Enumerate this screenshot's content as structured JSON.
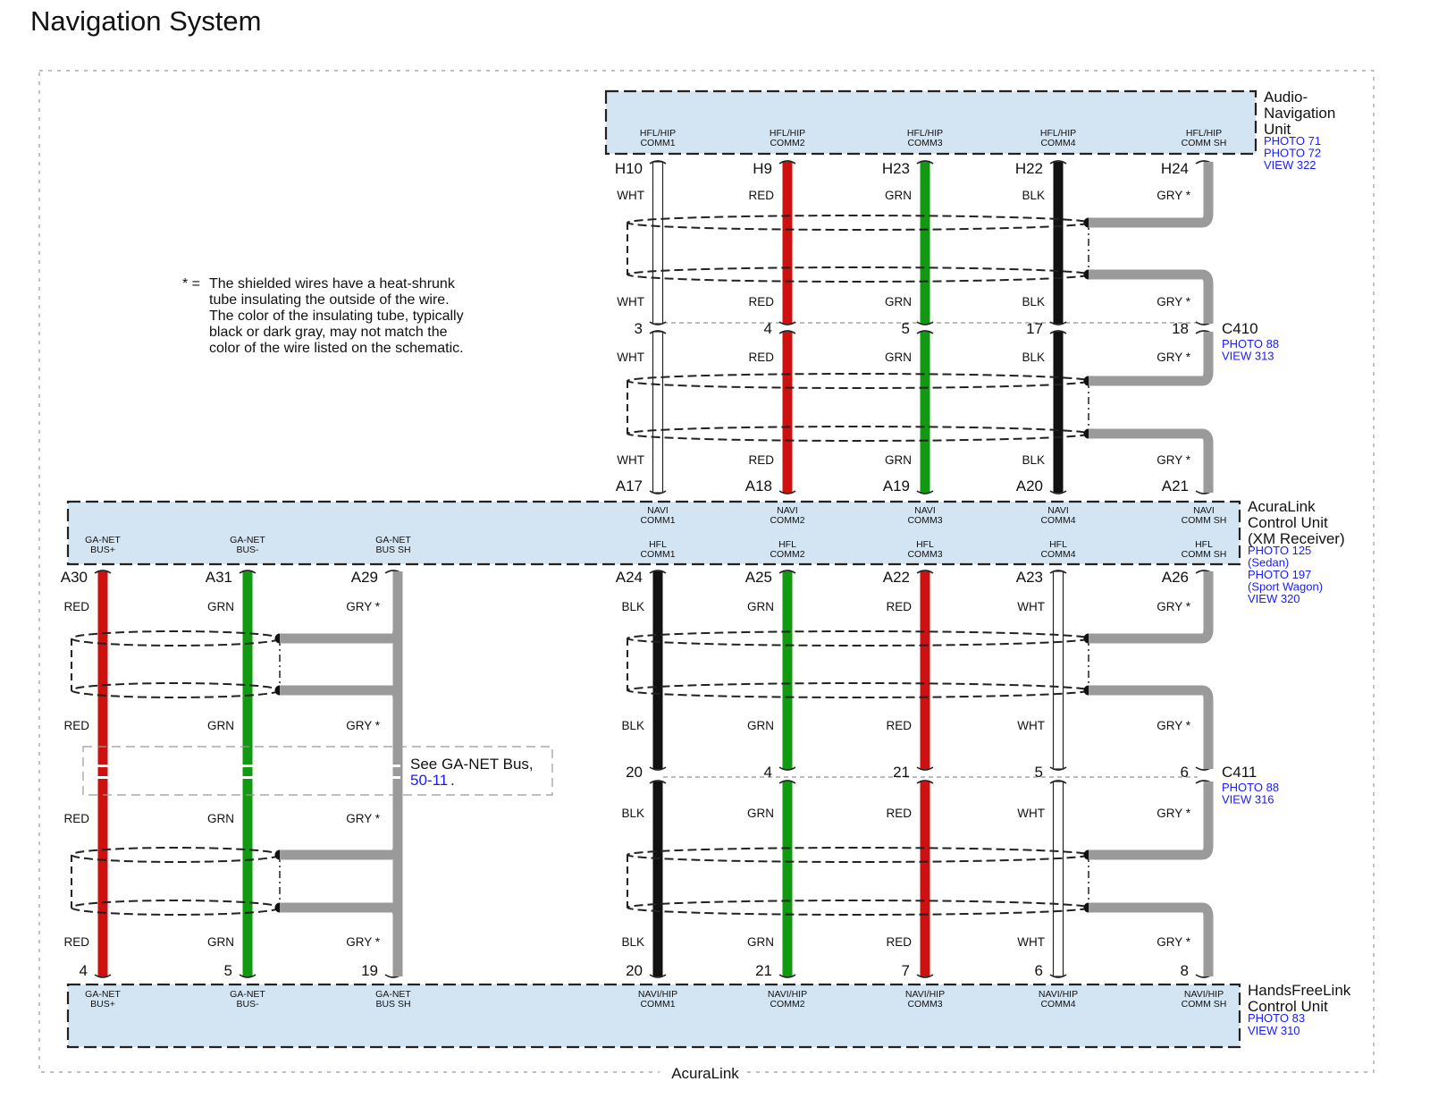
{
  "title": "Navigation System",
  "frame_label": "AcuraLink",
  "note": {
    "marker": "* =",
    "lines": [
      "The shielded wires have a heat-shrunk",
      "tube insulating the outside of the wire.",
      "The color of the insulating tube, typically",
      "black or dark gray, may not match the",
      "color of the wire listed on the schematic."
    ]
  },
  "colors": {
    "WHT": "#ffffff",
    "RED": "#cc1111",
    "GRN": "#129912",
    "BLK": "#111111",
    "GRY": "#9a9a9a",
    "component_fill": "#d3e4f3",
    "link": "#1a1aff"
  },
  "components": {
    "audio_nav": {
      "labels": [
        "Audio-",
        "Navigation",
        "Unit"
      ],
      "refs": [
        "PHOTO 71",
        "PHOTO 72",
        "VIEW 322"
      ],
      "pins": [
        [
          "HFL/HIP",
          "COMM1"
        ],
        [
          "HFL/HIP",
          "COMM2"
        ],
        [
          "HFL/HIP",
          "COMM3"
        ],
        [
          "HFL/HIP",
          "COMM4"
        ],
        [
          "HFL/HIP",
          "COMM SH"
        ]
      ]
    },
    "acuralink": {
      "labels": [
        "AcuraLink",
        "Control Unit",
        "(XM Receiver)"
      ],
      "refs": [
        "PHOTO 125",
        "(Sedan)",
        "PHOTO 197",
        "(Sport Wagon)",
        "VIEW 320"
      ],
      "pins_top": [
        [
          "NAVI",
          "COMM1"
        ],
        [
          "NAVI",
          "COMM2"
        ],
        [
          "NAVI",
          "COMM3"
        ],
        [
          "NAVI",
          "COMM4"
        ],
        [
          "NAVI",
          "COMM SH"
        ]
      ],
      "pins_bottom_right": [
        [
          "HFL",
          "COMM1"
        ],
        [
          "HFL",
          "COMM2"
        ],
        [
          "HFL",
          "COMM3"
        ],
        [
          "HFL",
          "COMM4"
        ],
        [
          "HFL",
          "COMM SH"
        ]
      ],
      "pins_bottom_left": [
        [
          "GA-NET",
          "BUS+"
        ],
        [
          "GA-NET",
          "BUS-"
        ],
        [
          "GA-NET",
          "BUS SH"
        ]
      ]
    },
    "handsfree": {
      "labels": [
        "HandsFreeLink",
        "Control Unit"
      ],
      "refs": [
        "PHOTO 83",
        "VIEW 310"
      ],
      "pins_left": [
        [
          "GA-NET",
          "BUS+"
        ],
        [
          "GA-NET",
          "BUS-"
        ],
        [
          "GA-NET",
          "BUS SH"
        ]
      ],
      "pins_right": [
        [
          "NAVI/HIP",
          "COMM1"
        ],
        [
          "NAVI/HIP",
          "COMM2"
        ],
        [
          "NAVI/HIP",
          "COMM3"
        ],
        [
          "NAVI/HIP",
          "COMM4"
        ],
        [
          "NAVI/HIP",
          "COMM SH"
        ]
      ]
    }
  },
  "connectors": {
    "c410": {
      "name": "C410",
      "refs": [
        "PHOTO 88",
        "VIEW 313"
      ]
    },
    "c411": {
      "name": "C411",
      "refs": [
        "PHOTO 88",
        "VIEW 316"
      ]
    }
  },
  "upper_wires": [
    {
      "color": "WHT",
      "label": "WHT",
      "top_pin": "H10",
      "c410_pin": "3",
      "bottom_pin": "A17"
    },
    {
      "color": "RED",
      "label": "RED",
      "top_pin": "H9",
      "c410_pin": "4",
      "bottom_pin": "A18"
    },
    {
      "color": "GRN",
      "label": "GRN",
      "top_pin": "H23",
      "c410_pin": "5",
      "bottom_pin": "A19"
    },
    {
      "color": "BLK",
      "label": "BLK",
      "top_pin": "H22",
      "c410_pin": "17",
      "bottom_pin": "A20"
    },
    {
      "color": "GRY",
      "label": "GRY *",
      "top_pin": "H24",
      "c410_pin": "18",
      "bottom_pin": "A21"
    }
  ],
  "lower_right_wires": [
    {
      "color": "BLK",
      "label": "BLK",
      "top_pin": "A24",
      "c411_pin": "20",
      "bottom_pin": "20"
    },
    {
      "color": "GRN",
      "label": "GRN",
      "top_pin": "A25",
      "c411_pin": "4",
      "bottom_pin": "21"
    },
    {
      "color": "RED",
      "label": "RED",
      "top_pin": "A22",
      "c411_pin": "21",
      "bottom_pin": "7"
    },
    {
      "color": "WHT",
      "label": "WHT",
      "top_pin": "A23",
      "c411_pin": "5",
      "bottom_pin": "6"
    },
    {
      "color": "GRY",
      "label": "GRY *",
      "top_pin": "A26",
      "c411_pin": "6",
      "bottom_pin": "8"
    }
  ],
  "lower_left_wires": [
    {
      "color": "RED",
      "label": "RED",
      "top_pin": "A30",
      "bottom_pin": "4"
    },
    {
      "color": "GRN",
      "label": "GRN",
      "top_pin": "A31",
      "bottom_pin": "5"
    },
    {
      "color": "GRY",
      "label": "GRY *",
      "top_pin": "A29",
      "bottom_pin": "19"
    }
  ],
  "ganet_ref": {
    "text": "See GA-NET Bus,",
    "link": "50-11",
    "suffix": "."
  }
}
